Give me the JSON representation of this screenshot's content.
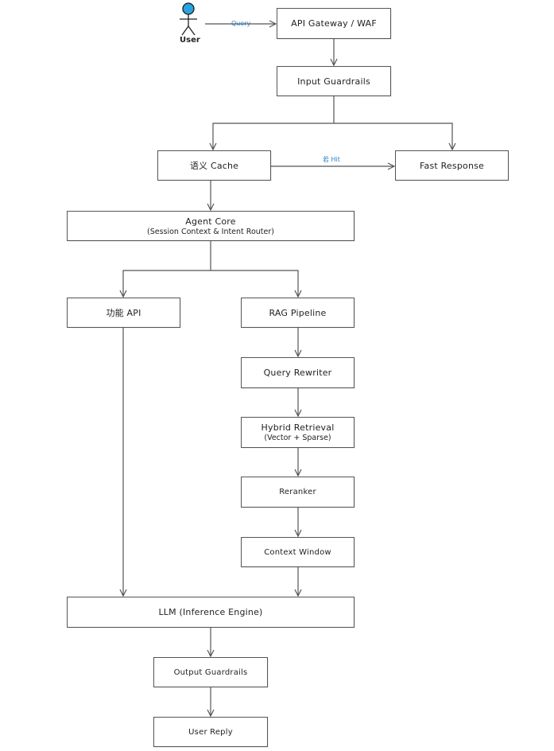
{
  "user": {
    "label": "User"
  },
  "edges": {
    "query_label": "Query",
    "hit_label": "若 Hit"
  },
  "nodes": {
    "api_gateway": "API Gateway / WAF",
    "input_guardrails": "Input Guardrails",
    "semantic_cache": "语义 Cache",
    "fast_response": "Fast Response",
    "agent_core": "Agent Core",
    "agent_core_sub": "(Session Context & Intent Router)",
    "function_api": "功能 API",
    "rag_pipeline": "RAG Pipeline",
    "query_rewriter": "Query Rewriter",
    "hybrid_retrieval": "Hybrid Retrieval",
    "hybrid_retrieval_sub": "(Vector + Sparse)",
    "reranker": "Reranker",
    "context_window": "Context Window",
    "llm": "LLM (Inference Engine)",
    "output_guardrails": "Output Guardrails",
    "user_reply": "User Reply"
  },
  "colors": {
    "line": "#555555",
    "actor": "#29a3e0",
    "edge_label": "#2f7fc1"
  }
}
